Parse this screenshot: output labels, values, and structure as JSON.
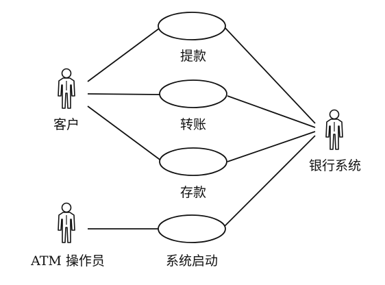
{
  "actors": {
    "customer": "客户",
    "operator": "ATM 操作员",
    "bank_system": "银行系统"
  },
  "use_cases": {
    "withdraw": "提款",
    "transfer": "转账",
    "deposit": "存款",
    "system_start": "系统启动"
  }
}
